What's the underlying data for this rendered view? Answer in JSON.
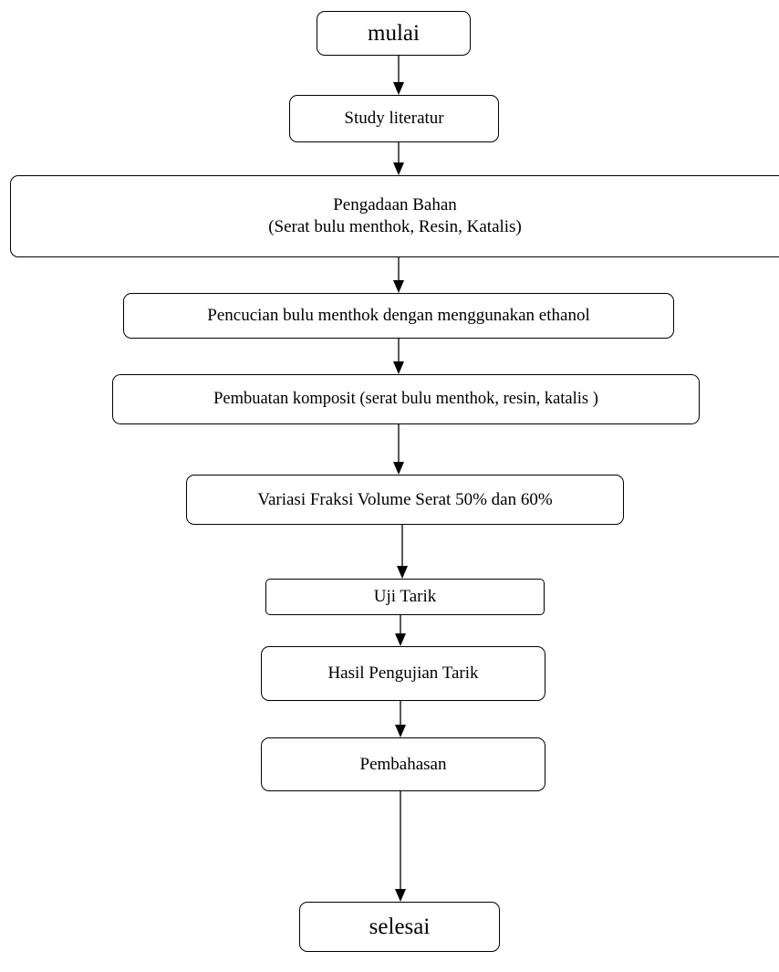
{
  "flowchart": {
    "steps": [
      {
        "id": "start",
        "lines": [
          "mulai"
        ]
      },
      {
        "id": "study",
        "lines": [
          "Study literatur"
        ]
      },
      {
        "id": "procurement",
        "lines": [
          "Pengadaan Bahan",
          "(Serat bulu menthok, Resin, Katalis)"
        ]
      },
      {
        "id": "washing",
        "lines": [
          "Pencucian bulu menthok dengan menggunakan ethanol"
        ]
      },
      {
        "id": "composite",
        "lines": [
          "Pembuatan komposit (serat bulu menthok, resin, katalis )"
        ]
      },
      {
        "id": "variation",
        "lines": [
          "Variasi Fraksi Volume Serat 50% dan 60%"
        ]
      },
      {
        "id": "tensile_test",
        "lines": [
          "Uji Tarik"
        ]
      },
      {
        "id": "test_results",
        "lines": [
          "Hasil Pengujian Tarik"
        ]
      },
      {
        "id": "discussion",
        "lines": [
          "Pembahasan"
        ]
      },
      {
        "id": "end",
        "lines": [
          "selesai"
        ]
      }
    ],
    "connections": [
      [
        "start",
        "study"
      ],
      [
        "study",
        "procurement"
      ],
      [
        "procurement",
        "washing"
      ],
      [
        "washing",
        "composite"
      ],
      [
        "composite",
        "variation"
      ],
      [
        "variation",
        "tensile_test"
      ],
      [
        "tensile_test",
        "test_results"
      ],
      [
        "test_results",
        "discussion"
      ],
      [
        "discussion",
        "end"
      ]
    ]
  }
}
